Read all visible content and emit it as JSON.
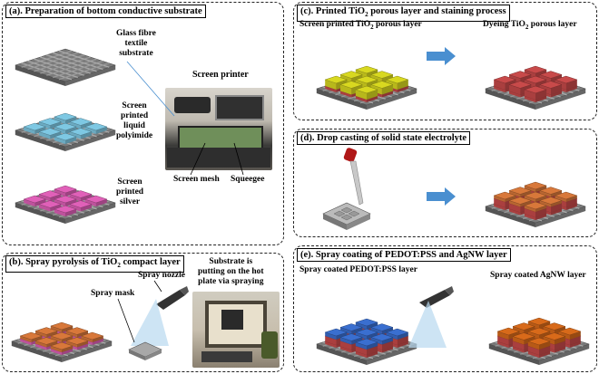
{
  "panels": {
    "a": {
      "title": "(a). Preparation of bottom conductive substrate",
      "label_glass_1": "Glass fibre",
      "label_glass_2": "textile",
      "label_glass_3": "substrate",
      "label_poly_1": "Screen",
      "label_poly_2": "printed",
      "label_poly_3": "liquid",
      "label_poly_4": "polyimide",
      "label_silver_1": "Screen",
      "label_silver_2": "printed",
      "label_silver_3": "silver",
      "label_printer": "Screen printer",
      "label_mesh": "Screen mesh",
      "label_squeegee": "Squeegee"
    },
    "b": {
      "title_pre": "(b). Spray pyrolysis of TiO",
      "title_sub": "2",
      "title_post": " compact layer",
      "label_nozzle": "Spray nozzle",
      "label_mask": "Spray mask",
      "label_sub_1": "Substrate is",
      "label_sub_2": "putting on the hot",
      "label_sub_3": "plate via spraying"
    },
    "c": {
      "title_pre": "(c). Printed TiO",
      "title_sub": "2",
      "title_post": " porous layer and staining process",
      "label_left_pre": "Screen printed TiO",
      "label_left_sub": "2",
      "label_left_post": " porous layer",
      "label_right_pre": "Dyeing TiO",
      "label_right_sub": "2",
      "label_right_post": " porous layer"
    },
    "d": {
      "title": "(d). Drop casting of solid state electrolyte"
    },
    "e": {
      "title": "(e). Spray coating of PEDOT:PSS and AgNW layer",
      "label_left": "Spray coated PEDOT:PSS layer",
      "label_right": "Spray coated AgNW layer"
    }
  },
  "colors": {
    "textile": "#7a7a7a",
    "polyimide": "#7ec8e3",
    "silver": "#e060b8",
    "tio2_porous": "#d8d820",
    "dyed": "#c84a4a",
    "electrolyte": "#d8783a",
    "pedot": "#3a6fd0",
    "agnw": "#d86a1a",
    "arrow": "#4a8fd0"
  },
  "icons": [
    "arrow-right-icon",
    "dropper-icon",
    "spray-nozzle-icon"
  ]
}
